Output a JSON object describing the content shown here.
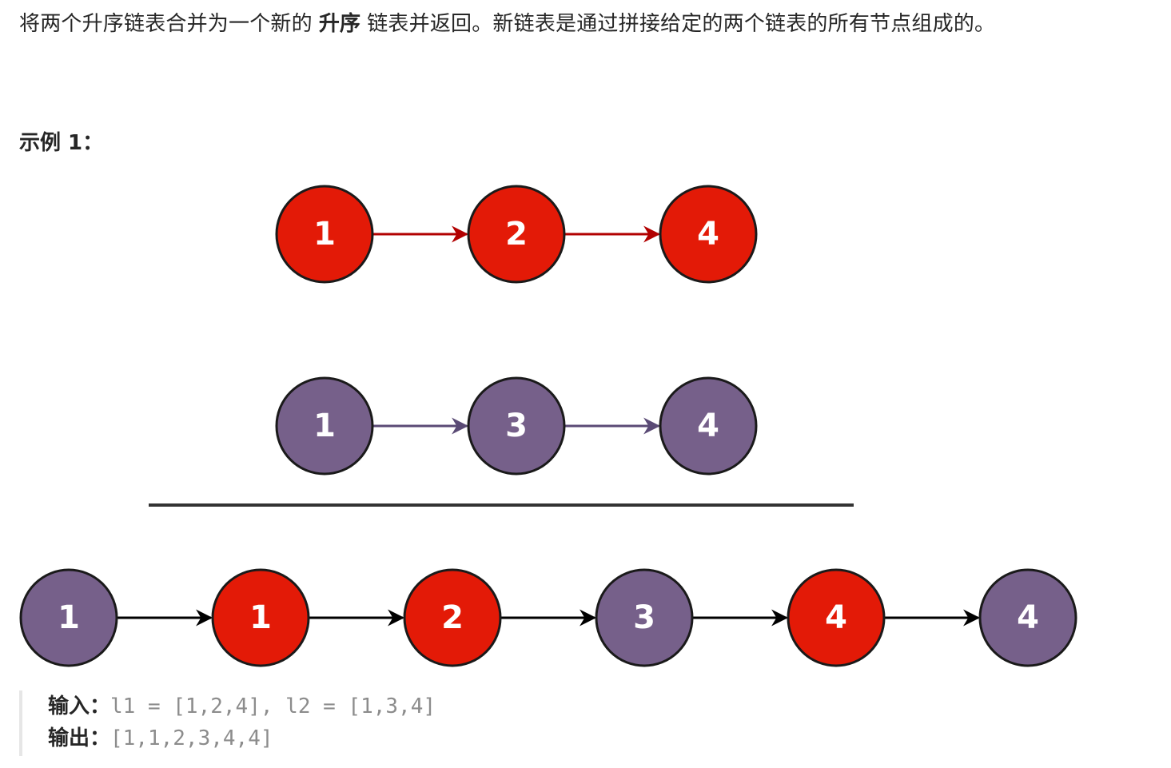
{
  "description": {
    "prefix": "将两个升序链表合并为一个新的",
    "emphasis": "升序",
    "suffix": "链表并返回。新链表是通过拼接给定的两个链表的所有节点组成的。"
  },
  "example": {
    "title": "示例 1：",
    "input_label": "输入：",
    "input_value": "l1 = [1,2,4], l2 = [1,3,4]",
    "output_label": "输出：",
    "output_value": "[1,1,2,3,4,4]"
  },
  "lists": {
    "list1": [
      {
        "value": "1",
        "color": "red"
      },
      {
        "value": "2",
        "color": "red"
      },
      {
        "value": "4",
        "color": "red"
      }
    ],
    "list2": [
      {
        "value": "1",
        "color": "purple"
      },
      {
        "value": "3",
        "color": "purple"
      },
      {
        "value": "4",
        "color": "purple"
      }
    ],
    "merged": [
      {
        "value": "1",
        "color": "purple"
      },
      {
        "value": "1",
        "color": "red"
      },
      {
        "value": "2",
        "color": "red"
      },
      {
        "value": "3",
        "color": "purple"
      },
      {
        "value": "4",
        "color": "red"
      },
      {
        "value": "4",
        "color": "purple"
      }
    ]
  },
  "colors": {
    "red_fill": "#e31a07",
    "purple_fill": "#76608a",
    "red_arrow": "#b20000",
    "purple_arrow": "#5a4a75",
    "black_arrow": "#000000",
    "node_stroke": "#1a1a1a",
    "divider": "#333333"
  }
}
